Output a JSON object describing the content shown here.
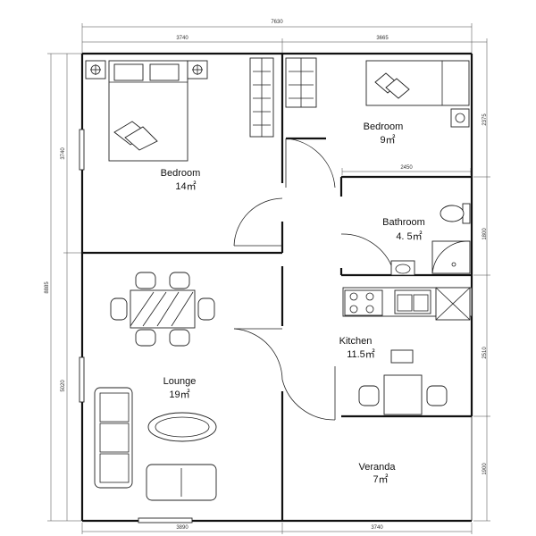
{
  "dimensions": {
    "overall_width": "7630",
    "top_left": "3740",
    "top_right": "3665",
    "bottom_left": "3890",
    "bottom_right": "3740",
    "left_overall": "8885",
    "left_upper": "3740",
    "left_lower": "5020",
    "right_bedroom": "2375",
    "right_bathroom": "1800",
    "right_kitchen": "2510",
    "right_veranda": "1900",
    "bathroom_width": "2450"
  },
  "rooms": {
    "bedroom1": {
      "name": "Bedroom",
      "area": "14㎡"
    },
    "bedroom2": {
      "name": "Bedroom",
      "area": "9㎡"
    },
    "bathroom": {
      "name": "Bathroom",
      "area": "4. 5㎡"
    },
    "kitchen": {
      "name": "Kitchen",
      "area": "11.5㎡"
    },
    "lounge": {
      "name": "Lounge",
      "area": "19㎡"
    },
    "veranda": {
      "name": "Veranda",
      "area": "7㎡"
    }
  }
}
